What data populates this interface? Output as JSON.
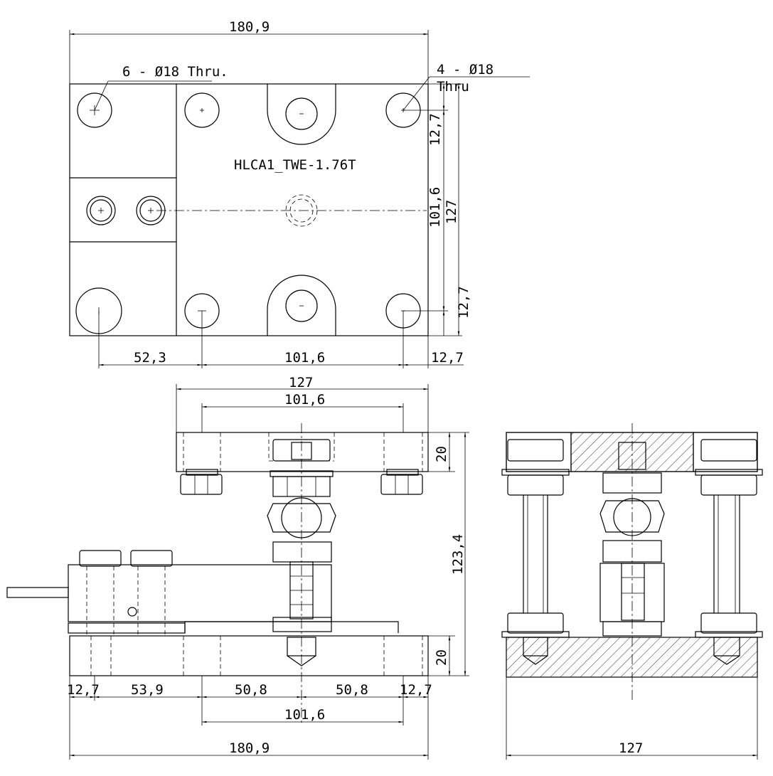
{
  "model_label": "HLCA1_TWE-1.76T",
  "callouts": {
    "holes_6": "6 - Ø18 Thru.",
    "holes_4_line1": "4 - Ø18",
    "holes_4_line2": "Thru"
  },
  "dims_top": {
    "overall_width": "180,9",
    "left_offset": "52,3",
    "hole_span": "101,6",
    "right_offset": "12,7",
    "v_top_offset": "12,7",
    "v_hole_span": "101,6",
    "v_overall": "127",
    "v_bottom_offset": "12,7"
  },
  "dims_front": {
    "top_plate_width": "127",
    "top_hole_span": "101,6",
    "top_plate_thickness": "20",
    "overall_height": "123,4",
    "base_thickness": "20",
    "seg_1": "12,7",
    "seg_2": "53,9",
    "seg_3": "50,8",
    "seg_4": "50,8",
    "seg_5": "12,7",
    "bottom_hole_span": "101,6",
    "overall_length": "180,9"
  },
  "dims_side": {
    "width": "127"
  }
}
